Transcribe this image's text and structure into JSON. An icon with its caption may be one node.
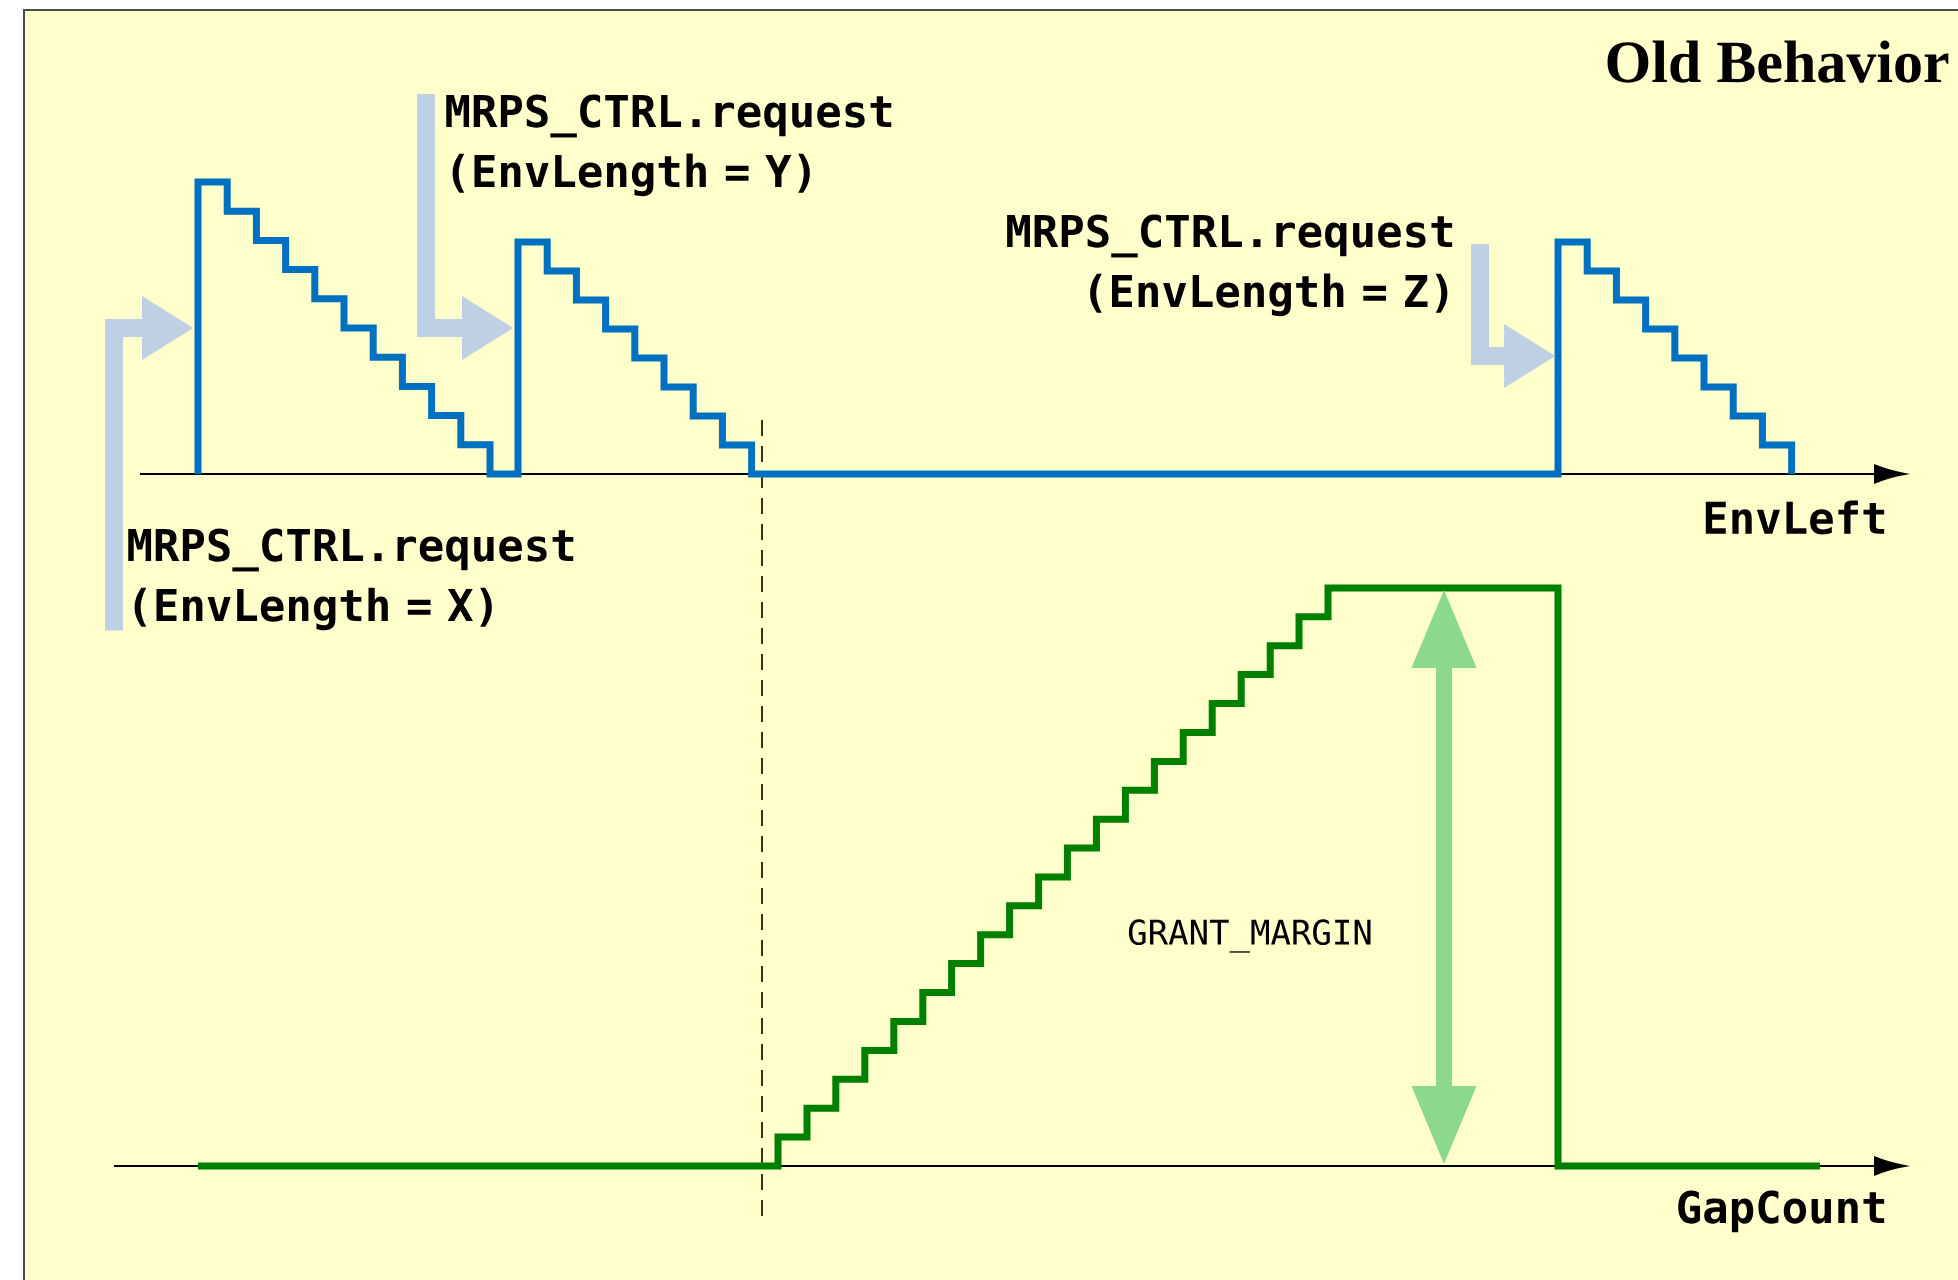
{
  "diagram": {
    "title": "Old Behavior",
    "nodes": [
      {
        "text": [
          "MRPS_CTRL.request (EnvLength = Y)"
        ]
      },
      {
        "text": [
          "MRPS_CTRL.request (EnvLength = Z)"
        ]
      },
      {
        "text": [
          "MRPS_CTRL.request (EnvLength = X)"
        ]
      }
    ],
    "edges": [
      {
        "from": 0,
        "to": null,
        "arrow": "to"
      },
      {
        "from": 1,
        "to": null,
        "arrow": "to"
      },
      {
        "from": 2,
        "to": null,
        "arrow": "to"
      }
    ],
    "labels": [
      "EnvLeft",
      "GRANT_MARGIN",
      "GapCount"
    ]
  }
}
